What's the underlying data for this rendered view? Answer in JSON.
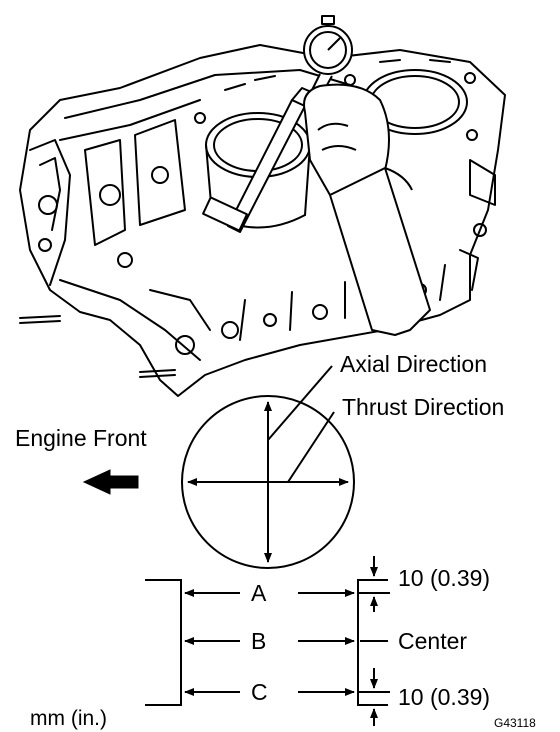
{
  "labels": {
    "axial_direction": "Axial Direction",
    "thrust_direction": "Thrust Direction",
    "engine_front": "Engine Front",
    "point_a": "A",
    "point_b": "B",
    "point_c": "C",
    "top_offset": "10 (0.39)",
    "center": "Center",
    "bottom_offset": "10 (0.39)",
    "units": "mm (in.)",
    "figure_code": "G43118"
  },
  "icons": {
    "engine_block": "engine-block-illustration",
    "dial_gauge": "cylinder-bore-gauge",
    "front_arrow": "arrow-left-icon"
  },
  "colors": {
    "ink": "#000000",
    "paper": "#ffffff"
  }
}
